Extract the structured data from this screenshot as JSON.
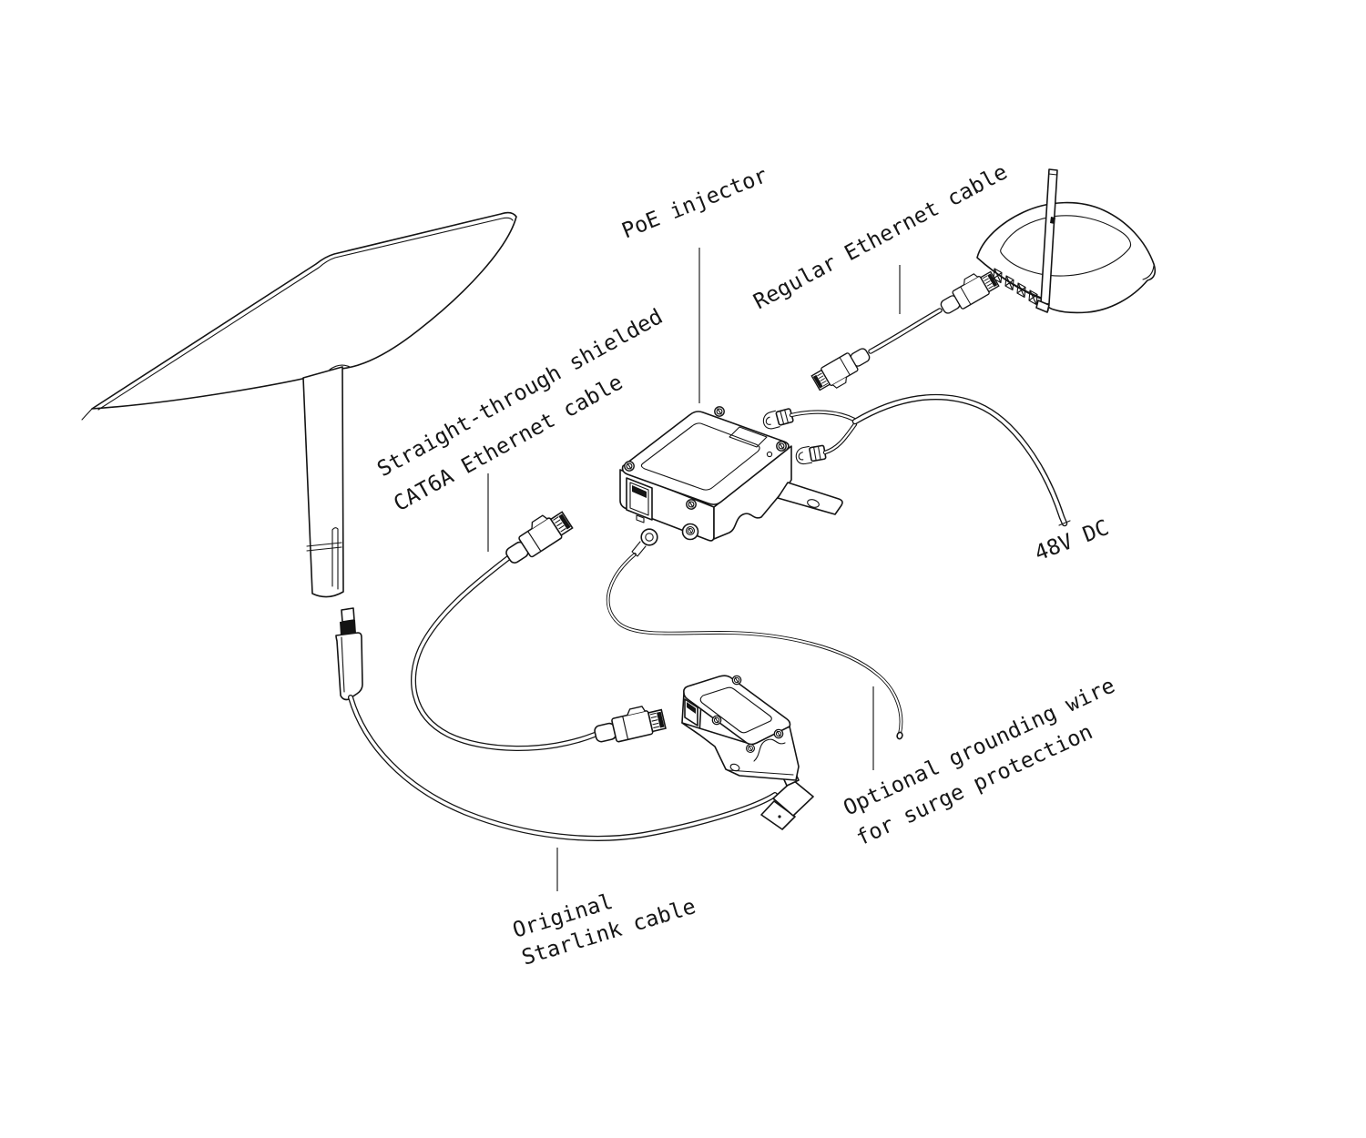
{
  "labels": {
    "poe_injector": "PoE injector",
    "regular_ethernet_cable": "Regular Ethernet cable",
    "shielded_cable_line1": "Straight-through shielded",
    "shielded_cable_line2": "CAT6A Ethernet cable",
    "power": "48V DC",
    "grounding_line1": "Optional grounding wire",
    "grounding_line2": "for surge protection",
    "original_cable_line1": "Original",
    "original_cable_line2": "Starlink cable"
  },
  "colors": {
    "background": "#ffffff",
    "line": "#141414"
  }
}
